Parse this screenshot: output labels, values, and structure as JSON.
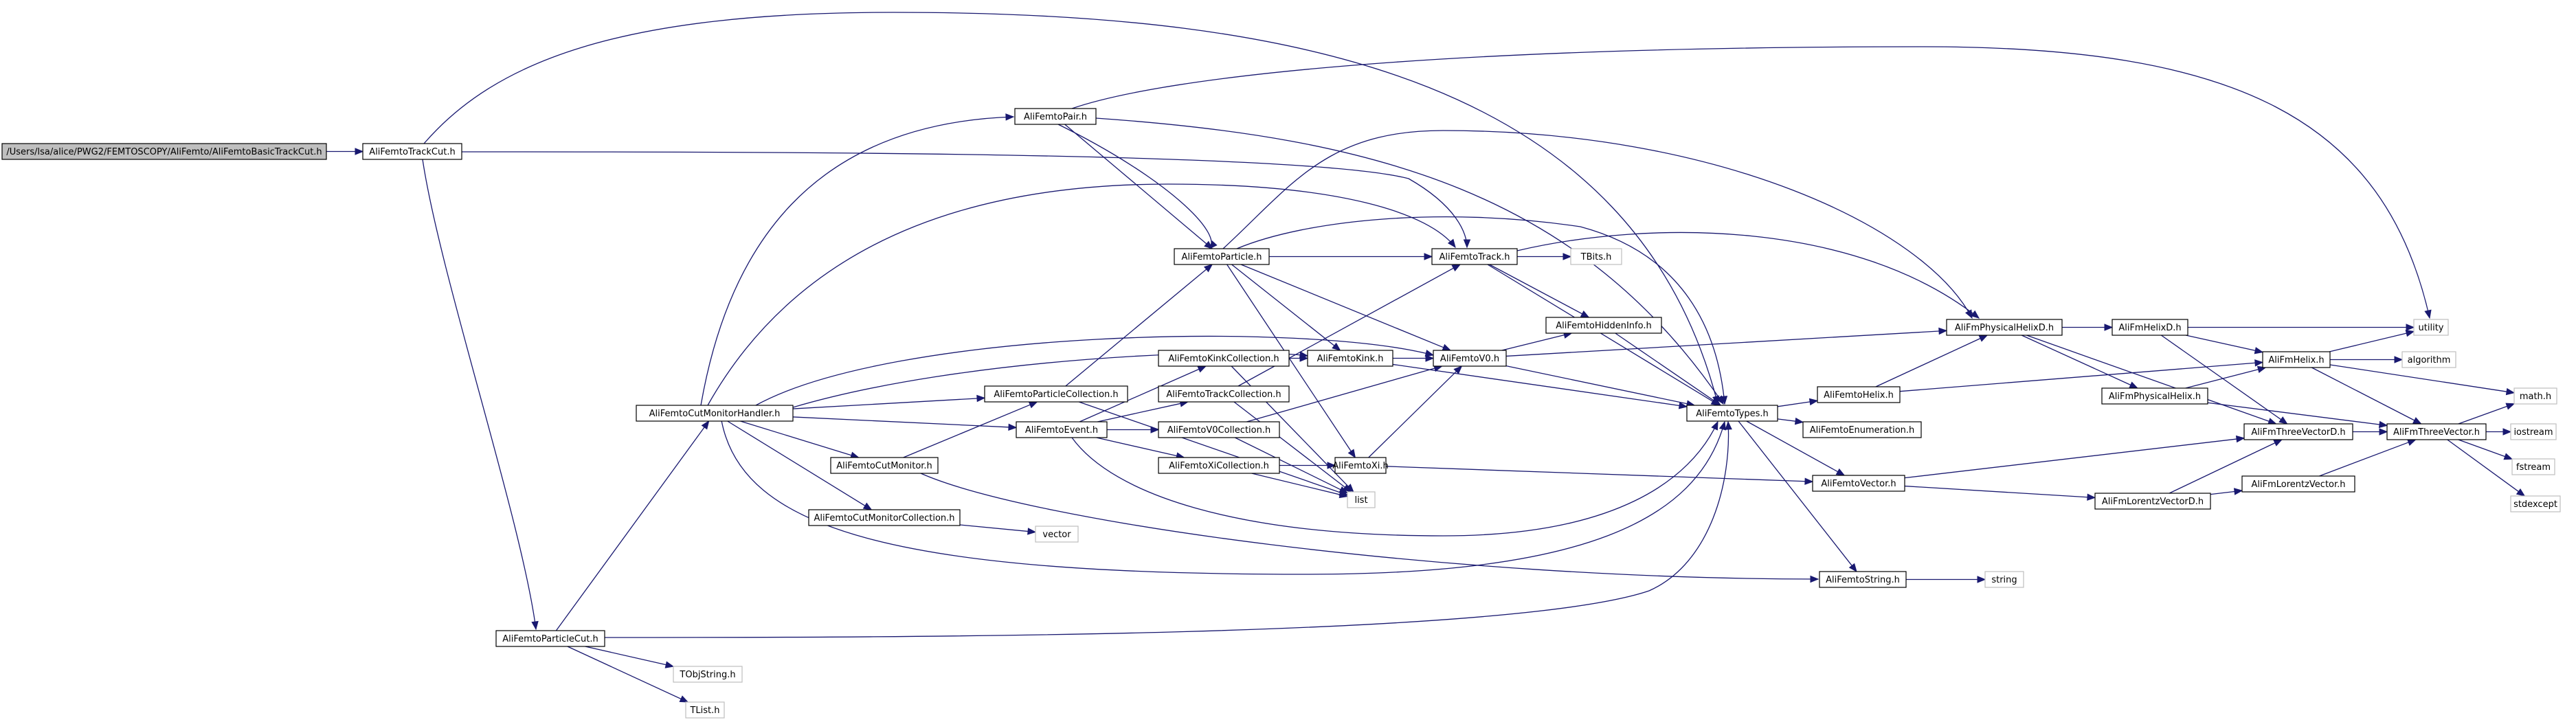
{
  "graph": {
    "title": "",
    "colors": {
      "edge": "#191970",
      "node_border": "#000000",
      "external_border": "#bfbfbf",
      "root_fill": "#bfbfbf",
      "node_fill": "#ffffff",
      "text": "#000000"
    },
    "nodes": [
      {
        "id": "root",
        "label": "/Users/lsa/alice/PWG2/FEMTOSCOPY/AliFemto/AliFemtoBasicTrackCut.h",
        "kind": "root"
      },
      {
        "id": "trackcut",
        "label": "AliFemtoTrackCut.h",
        "kind": "file"
      },
      {
        "id": "pair",
        "label": "AliFemtoPair.h",
        "kind": "file"
      },
      {
        "id": "particle",
        "label": "AliFemtoParticle.h",
        "kind": "file"
      },
      {
        "id": "track",
        "label": "AliFemtoTrack.h",
        "kind": "file"
      },
      {
        "id": "tbits",
        "label": "TBits.h",
        "kind": "external"
      },
      {
        "id": "hidden",
        "label": "AliFemtoHiddenInfo.h",
        "kind": "file"
      },
      {
        "id": "v0",
        "label": "AliFemtoV0.h",
        "kind": "file"
      },
      {
        "id": "kink",
        "label": "AliFemtoKink.h",
        "kind": "file"
      },
      {
        "id": "kinkcoll",
        "label": "AliFemtoKinkCollection.h",
        "kind": "file"
      },
      {
        "id": "trackcoll",
        "label": "AliFemtoTrackCollection.h",
        "kind": "file"
      },
      {
        "id": "v0coll",
        "label": "AliFemtoV0Collection.h",
        "kind": "file"
      },
      {
        "id": "xicoll",
        "label": "AliFemtoXiCollection.h",
        "kind": "file"
      },
      {
        "id": "xi",
        "label": "AliFemtoXi.h",
        "kind": "file"
      },
      {
        "id": "list",
        "label": "list",
        "kind": "external"
      },
      {
        "id": "event",
        "label": "AliFemtoEvent.h",
        "kind": "file"
      },
      {
        "id": "partcoll",
        "label": "AliFemtoParticleCollection.h",
        "kind": "file"
      },
      {
        "id": "cmh",
        "label": "AliFemtoCutMonitorHandler.h",
        "kind": "file"
      },
      {
        "id": "cm",
        "label": "AliFemtoCutMonitor.h",
        "kind": "file"
      },
      {
        "id": "cmcoll",
        "label": "AliFemtoCutMonitorCollection.h",
        "kind": "file"
      },
      {
        "id": "vector",
        "label": "vector",
        "kind": "external"
      },
      {
        "id": "types",
        "label": "AliFemtoTypes.h",
        "kind": "file"
      },
      {
        "id": "helix",
        "label": "AliFemtoHelix.h",
        "kind": "file"
      },
      {
        "id": "enum",
        "label": "AliFemtoEnumeration.h",
        "kind": "file"
      },
      {
        "id": "fvector",
        "label": "AliFemtoVector.h",
        "kind": "file"
      },
      {
        "id": "fstring",
        "label": "AliFemtoString.h",
        "kind": "file"
      },
      {
        "id": "string",
        "label": "string",
        "kind": "external"
      },
      {
        "id": "physhelixd",
        "label": "AliFmPhysicalHelixD.h",
        "kind": "file"
      },
      {
        "id": "helixd",
        "label": "AliFmHelixD.h",
        "kind": "file"
      },
      {
        "id": "physhelix",
        "label": "AliFmPhysicalHelix.h",
        "kind": "file"
      },
      {
        "id": "fmhelix",
        "label": "AliFmHelix.h",
        "kind": "file"
      },
      {
        "id": "tv3d",
        "label": "AliFmThreeVectorD.h",
        "kind": "file"
      },
      {
        "id": "tv3",
        "label": "AliFmThreeVector.h",
        "kind": "file"
      },
      {
        "id": "lvd",
        "label": "AliFmLorentzVectorD.h",
        "kind": "file"
      },
      {
        "id": "lv",
        "label": "AliFmLorentzVector.h",
        "kind": "file"
      },
      {
        "id": "utility",
        "label": "utility",
        "kind": "external"
      },
      {
        "id": "algorithm",
        "label": "algorithm",
        "kind": "external"
      },
      {
        "id": "math",
        "label": "math.h",
        "kind": "external"
      },
      {
        "id": "iostream",
        "label": "iostream",
        "kind": "external"
      },
      {
        "id": "fstream",
        "label": "fstream",
        "kind": "external"
      },
      {
        "id": "stdexcept",
        "label": "stdexcept",
        "kind": "external"
      },
      {
        "id": "partcut",
        "label": "AliFemtoParticleCut.h",
        "kind": "file"
      },
      {
        "id": "tobjstring",
        "label": "TObjString.h",
        "kind": "external"
      },
      {
        "id": "tlist",
        "label": "TList.h",
        "kind": "external"
      }
    ],
    "edges": [
      [
        "root",
        "trackcut"
      ],
      [
        "trackcut",
        "types"
      ],
      [
        "trackcut",
        "track"
      ],
      [
        "trackcut",
        "partcut"
      ],
      [
        "pair",
        "utility"
      ],
      [
        "pair",
        "types"
      ],
      [
        "pair",
        "particle"
      ],
      [
        "pair",
        "physhelixd"
      ],
      [
        "particle",
        "track"
      ],
      [
        "particle",
        "types"
      ],
      [
        "particle",
        "v0"
      ],
      [
        "particle",
        "kink"
      ],
      [
        "particle",
        "xi"
      ],
      [
        "particle",
        "physhelixd"
      ],
      [
        "track",
        "tbits"
      ],
      [
        "track",
        "hidden"
      ],
      [
        "track",
        "types"
      ],
      [
        "track",
        "physhelixd"
      ],
      [
        "hidden",
        "types"
      ],
      [
        "v0",
        "types"
      ],
      [
        "v0",
        "hidden"
      ],
      [
        "v0",
        "physhelixd"
      ],
      [
        "kink",
        "v0"
      ],
      [
        "kink",
        "types"
      ],
      [
        "kinkcoll",
        "kink"
      ],
      [
        "kinkcoll",
        "list"
      ],
      [
        "trackcoll",
        "track"
      ],
      [
        "trackcoll",
        "list"
      ],
      [
        "v0coll",
        "v0"
      ],
      [
        "v0coll",
        "list"
      ],
      [
        "xicoll",
        "xi"
      ],
      [
        "xicoll",
        "list"
      ],
      [
        "xi",
        "v0"
      ],
      [
        "xi",
        "fvector"
      ],
      [
        "event",
        "kinkcoll"
      ],
      [
        "event",
        "trackcoll"
      ],
      [
        "event",
        "v0coll"
      ],
      [
        "event",
        "xicoll"
      ],
      [
        "event",
        "types"
      ],
      [
        "partcoll",
        "particle"
      ],
      [
        "partcoll",
        "list"
      ],
      [
        "cmh",
        "pair"
      ],
      [
        "cmh",
        "track"
      ],
      [
        "cmh",
        "v0"
      ],
      [
        "cmh",
        "kink"
      ],
      [
        "cmh",
        "event"
      ],
      [
        "cmh",
        "partcoll"
      ],
      [
        "cmh",
        "cm"
      ],
      [
        "cmh",
        "cmcoll"
      ],
      [
        "cmh",
        "types"
      ],
      [
        "cm",
        "partcoll"
      ],
      [
        "cm",
        "fstring"
      ],
      [
        "cmcoll",
        "vector"
      ],
      [
        "types",
        "helix"
      ],
      [
        "types",
        "enum"
      ],
      [
        "types",
        "fvector"
      ],
      [
        "types",
        "fstring"
      ],
      [
        "helix",
        "physhelixd"
      ],
      [
        "helix",
        "fmhelix"
      ],
      [
        "fvector",
        "tv3d"
      ],
      [
        "fvector",
        "lvd"
      ],
      [
        "fstring",
        "string"
      ],
      [
        "physhelixd",
        "helixd"
      ],
      [
        "physhelixd",
        "physhelix"
      ],
      [
        "physhelixd",
        "tv3d"
      ],
      [
        "helixd",
        "utility"
      ],
      [
        "helixd",
        "fmhelix"
      ],
      [
        "helixd",
        "tv3d"
      ],
      [
        "physhelix",
        "fmhelix"
      ],
      [
        "physhelix",
        "tv3"
      ],
      [
        "fmhelix",
        "utility"
      ],
      [
        "fmhelix",
        "algorithm"
      ],
      [
        "fmhelix",
        "math"
      ],
      [
        "fmhelix",
        "tv3"
      ],
      [
        "tv3d",
        "tv3"
      ],
      [
        "tv3",
        "math"
      ],
      [
        "tv3",
        "iostream"
      ],
      [
        "tv3",
        "fstream"
      ],
      [
        "tv3",
        "stdexcept"
      ],
      [
        "lvd",
        "tv3d"
      ],
      [
        "lvd",
        "lv"
      ],
      [
        "lv",
        "tv3"
      ],
      [
        "partcut",
        "cmh"
      ],
      [
        "partcut",
        "types"
      ],
      [
        "partcut",
        "tobjstring"
      ],
      [
        "partcut",
        "tlist"
      ]
    ]
  }
}
